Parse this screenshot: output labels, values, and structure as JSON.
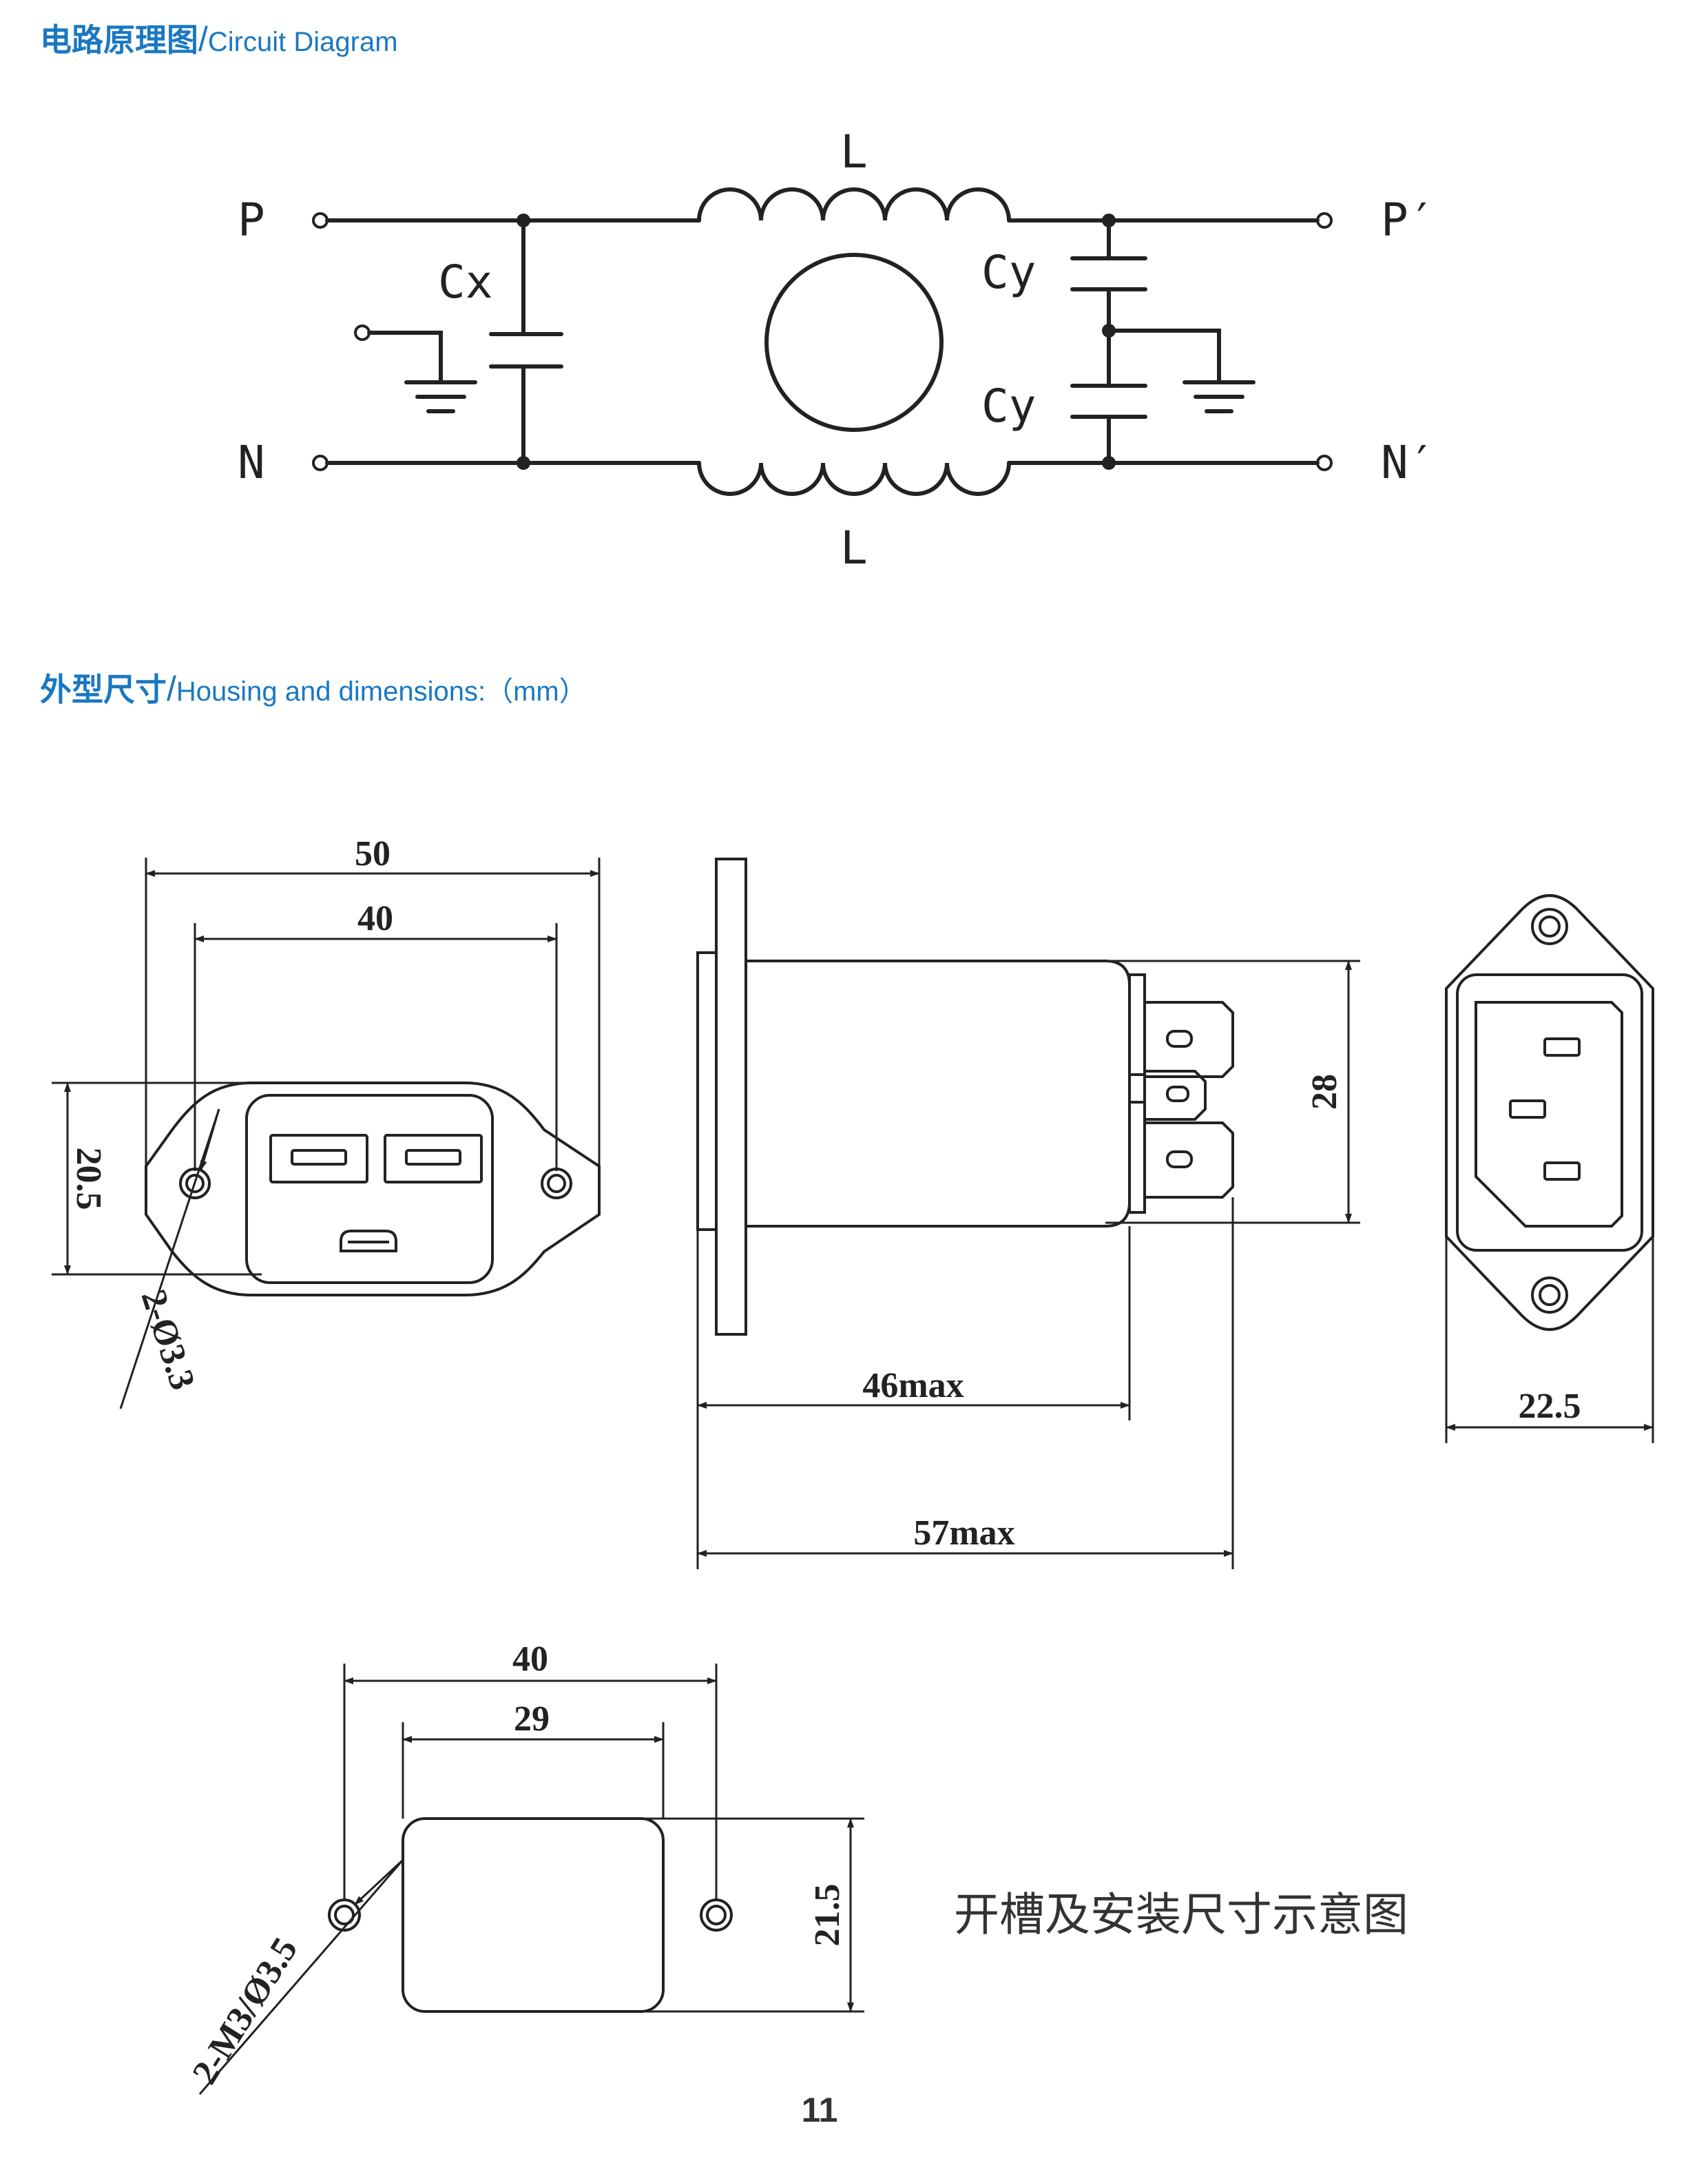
{
  "sections": {
    "circuit": {
      "title_zh": "电路原理图",
      "title_sep": "/",
      "title_en": "Circuit Diagram"
    },
    "housing": {
      "title_zh": "外型尺寸",
      "title_sep": "/",
      "title_en": "Housing and dimensions:（mm）"
    }
  },
  "circuit": {
    "terminals": {
      "p_in": "P",
      "n_in": "N",
      "p_out": "P′",
      "n_out": "N′"
    },
    "components": {
      "inductor_top": "L",
      "inductor_bottom": "L",
      "cap_x": "Cx",
      "cap_y_top": "Cy",
      "cap_y_bottom": "Cy"
    }
  },
  "dimensions": {
    "front_width": "50",
    "front_hole_pitch": "40",
    "front_height": "20.5",
    "front_holes": "2-Ø3.3",
    "side_height": "28",
    "body_length": "46max",
    "total_length": "57max",
    "end_width": "22.5",
    "cutout_hole_pitch": "40",
    "cutout_width": "29",
    "cutout_height": "21.5",
    "cutout_holes": "2-M3/Ø3.5"
  },
  "cutout_caption": "开槽及安装尺寸示意图",
  "page_number": "11"
}
